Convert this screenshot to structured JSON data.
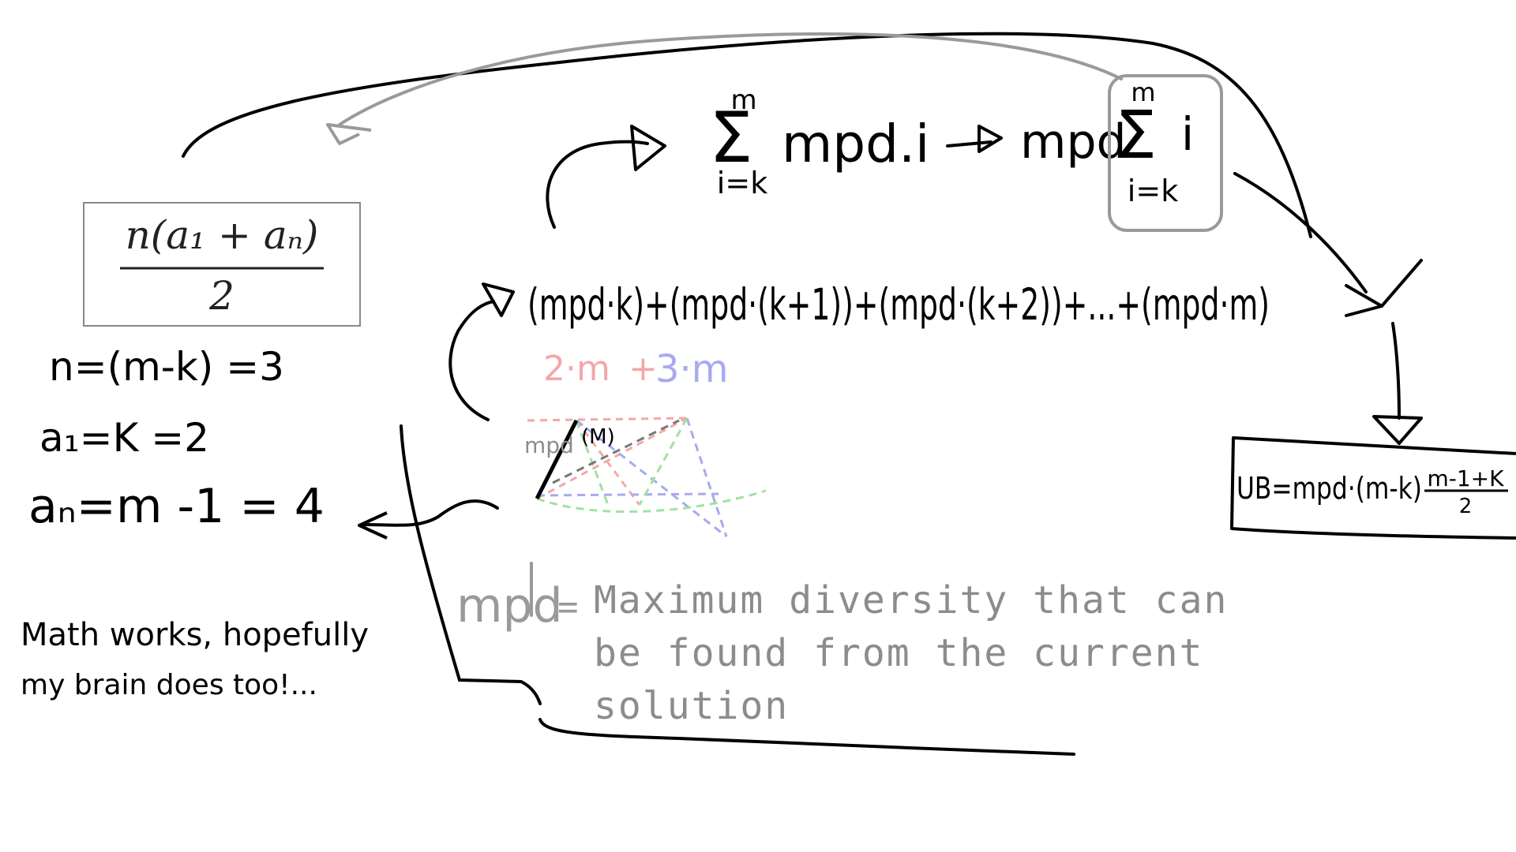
{
  "formula_box": {
    "numerator": "n(a₁ + aₙ)",
    "denominator": "2"
  },
  "params": {
    "n": "n=(m-k) =3",
    "a1": "a₁=K =2",
    "an": "aₙ=m -1 = 4"
  },
  "note": {
    "line1": "Math works, hopefully",
    "line2": "my brain does too!..."
  },
  "sum_top": {
    "sum_upper": "m",
    "sum_lower": "i=k",
    "sum_term": "mpd.i",
    "factored_prefix": "mpd",
    "factored_upper": "m",
    "factored_lower": "i=k",
    "factored_term": "i"
  },
  "expansion": {
    "text": "(mpd·k)+(mpd·(k+1))+(mpd·(k+2))+...+(mpd·m)"
  },
  "sketch": {
    "term_a": "2·m",
    "plus": "+",
    "term_b": "3·m",
    "node_label": "mpd",
    "node_label_b": "(M)"
  },
  "definition": {
    "symbol": "mpd",
    "equals": "=",
    "line1": "Maximum diversity that can",
    "line2": "be found from the current",
    "line3": "solution"
  },
  "result": {
    "prefix": "UB=mpd·(m-k)",
    "frac_num": "m-1+K",
    "frac_den": "2"
  },
  "colors": {
    "ink": "#000000",
    "grey": "#9a9a9a",
    "pink": "#f4a7a7",
    "lavender": "#a9a9f0",
    "green": "#9fe39f"
  }
}
